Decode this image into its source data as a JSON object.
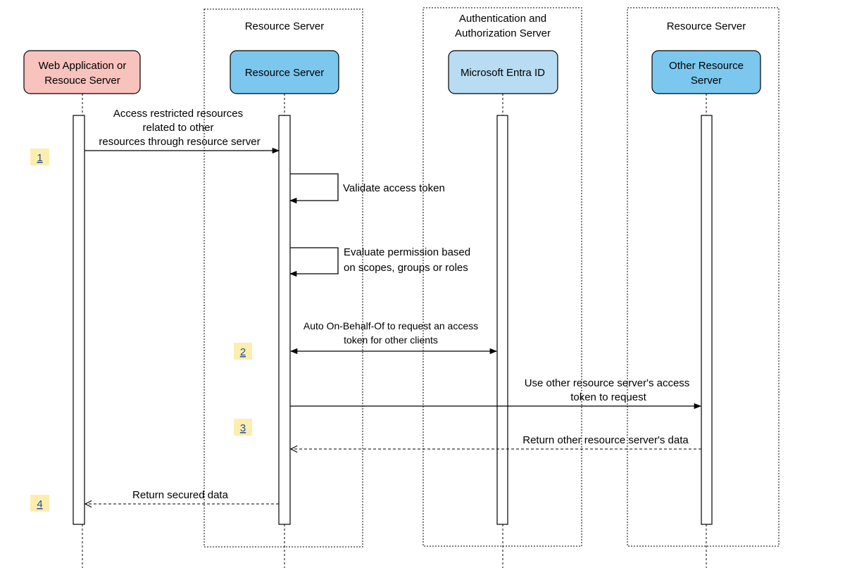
{
  "groups": {
    "resource_server_group": "Resource Server",
    "auth_server_line1": "Authentication and",
    "auth_server_line2": "Authorization Server",
    "other_resource_group": "Resource Server"
  },
  "participants": [
    {
      "id": "web-app",
      "line1": "Web Application or",
      "line2": "Resouce Server",
      "fill": "#f8c2bd"
    },
    {
      "id": "resource-server",
      "line1": "Resource Server",
      "line2": "",
      "fill": "#7cc7ee"
    },
    {
      "id": "entra",
      "line1": "Microsoft Entra ID",
      "line2": "",
      "fill": "#b8dcf2"
    },
    {
      "id": "other-resource",
      "line1": "Other Resource",
      "line2": "Server",
      "fill": "#7cc7ee"
    }
  ],
  "messages": {
    "m1_line1": "Access restricted resources",
    "m1_line2": "related to other",
    "m1_line3": "resources through resource server",
    "self1": "Validate access token",
    "self2_line1": "Evaluate permission based",
    "self2_line2": "on scopes, groups or roles",
    "obo_line1": "Auto On-Behalf-Of to request an access",
    "obo_line2": "token for other clients",
    "use_line1": "Use other resource server's access",
    "use_line2": "token to request",
    "return_other": "Return other resource server's data",
    "return_secured": "Return secured data"
  },
  "steps": [
    "1",
    "2",
    "3",
    "4"
  ],
  "colors": {
    "step_badge": "#fdeeb0",
    "stroke": "#000000"
  }
}
